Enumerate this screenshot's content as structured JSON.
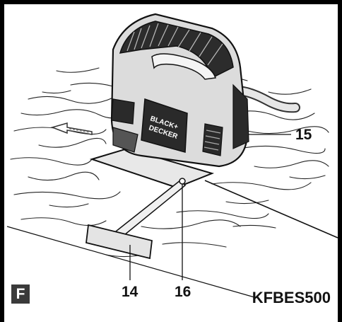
{
  "figure": {
    "letter": "F",
    "model": "KFBES500"
  },
  "callouts": {
    "c15": "15",
    "c14": "14",
    "c16": "16"
  },
  "brand": {
    "line1": "BLACK+",
    "line2": "DECKER"
  },
  "colors": {
    "ink": "#111111",
    "badge": "#3a3a3a",
    "body": "#d9d9d9",
    "dark": "#2a2a2a"
  }
}
